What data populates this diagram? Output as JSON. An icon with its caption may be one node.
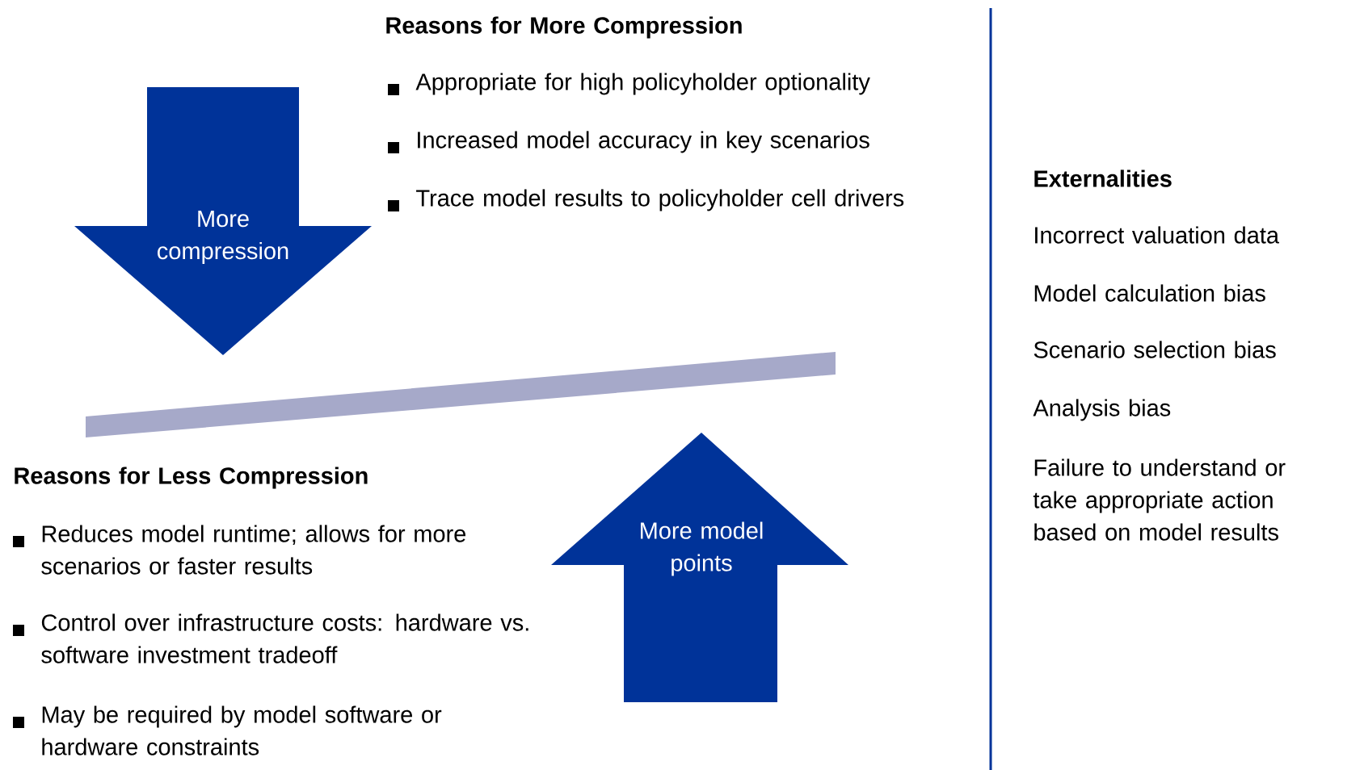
{
  "diagram": {
    "nodes": [
      {
        "text": [
          "More compression"
        ]
      },
      {
        "text": [],
        "shape": "bar"
      },
      {
        "text": [
          "More model points"
        ]
      }
    ],
    "labels": [
      "Reasons for More Compression",
      "Appropriate for high policyholder optionality",
      "Increased model accuracy in key scenarios",
      "Trace model results to policyholder cell drivers",
      "Externalities",
      "Incorrect valuation data",
      "Model calculation bias",
      "Scenario selection bias",
      "Analysis bias",
      "Failure to understand or take appropriate action based on model results",
      "Reasons for Less Compression",
      "Reduces model runtime; allows for more scenarios or faster results",
      "Control over infrastructure costs: hardware vs. software investment tradeoff",
      "May be required by model software or hardware constraints"
    ]
  }
}
